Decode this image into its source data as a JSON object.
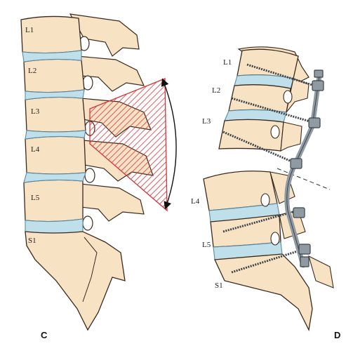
{
  "panels": [
    {
      "letter": "C",
      "labels": [
        "L1",
        "L2",
        "L3",
        "L4",
        "L5",
        "S1"
      ]
    },
    {
      "letter": "D",
      "labels": [
        "L1",
        "L2",
        "L3",
        "L4",
        "L5",
        "S1"
      ]
    }
  ],
  "colors": {
    "bone": "#f7e2c4",
    "bone_shadow": "#e9c89b",
    "outline": "#3a2a1e",
    "disc": "#bfe0ea",
    "disc_outline": "#5c8aa0",
    "resection": "#d6333a",
    "implant": "#8f9aa3",
    "implant_dark": "#3d434a"
  },
  "icons": {
    "arc_arrow": "double-arrow-arc-icon",
    "screw": "pedicle-screw-icon",
    "rod": "fixation-rod-icon"
  }
}
